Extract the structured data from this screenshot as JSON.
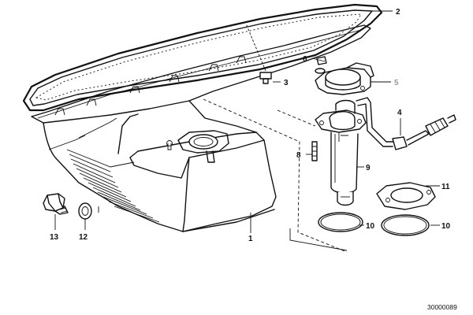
{
  "diagram": {
    "reference_number": "30000089",
    "callouts": [
      {
        "id": "c1",
        "label": "1"
      },
      {
        "id": "c2",
        "label": "2"
      },
      {
        "id": "c3",
        "label": "3"
      },
      {
        "id": "c4",
        "label": "4"
      },
      {
        "id": "c5",
        "label": "5",
        "color": "#999999"
      },
      {
        "id": "c6",
        "label": "6"
      },
      {
        "id": "c8",
        "label": "8"
      },
      {
        "id": "c9",
        "label": "9"
      },
      {
        "id": "c10a",
        "label": "10"
      },
      {
        "id": "c10b",
        "label": "10"
      },
      {
        "id": "c11",
        "label": "11"
      },
      {
        "id": "c12",
        "label": "12"
      },
      {
        "id": "c13",
        "label": "13"
      }
    ]
  }
}
